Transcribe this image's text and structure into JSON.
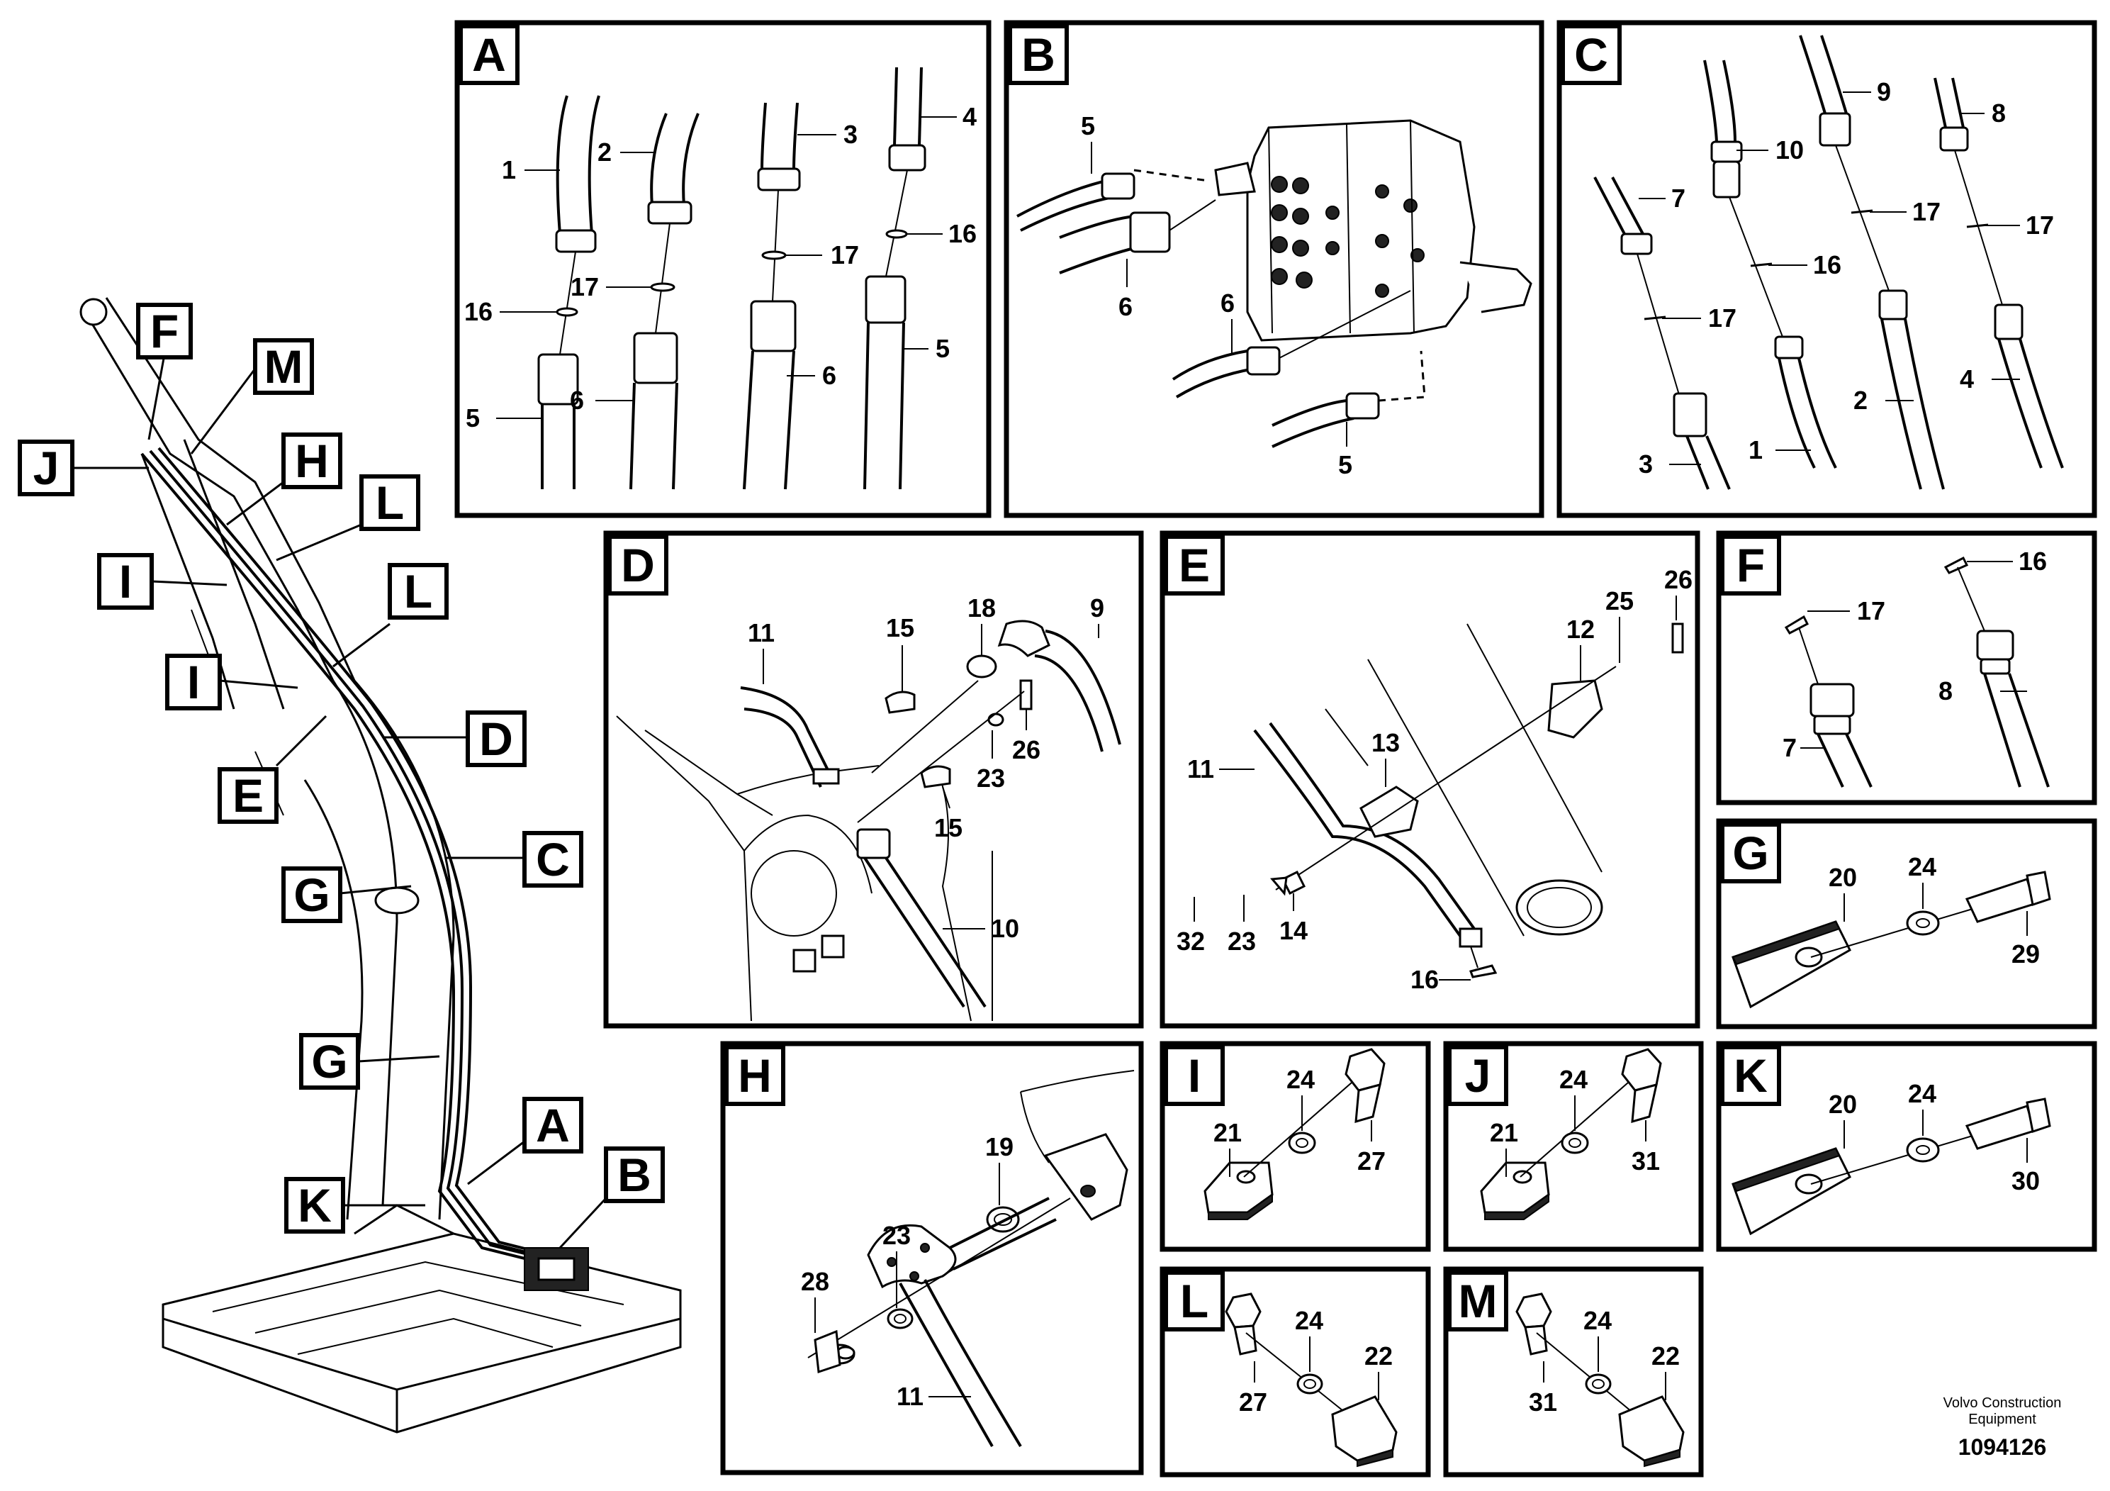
{
  "panels": {
    "A": {
      "letter": "A",
      "labels": [
        "1",
        "2",
        "3",
        "4",
        "16",
        "17",
        "17",
        "16",
        "5",
        "6",
        "6",
        "5"
      ]
    },
    "B": {
      "letter": "B",
      "labels": [
        "5",
        "6",
        "6",
        "5"
      ]
    },
    "C": {
      "letter": "C",
      "labels": [
        "9",
        "8",
        "10",
        "7",
        "17",
        "17",
        "16",
        "17",
        "2",
        "4",
        "3",
        "1"
      ]
    },
    "D": {
      "letter": "D",
      "labels": [
        "11",
        "15",
        "18",
        "9",
        "26",
        "23",
        "15",
        "10"
      ]
    },
    "E": {
      "letter": "E",
      "labels": [
        "26",
        "25",
        "12",
        "13",
        "11",
        "32",
        "23",
        "14",
        "16"
      ]
    },
    "F": {
      "letter": "F",
      "labels": [
        "16",
        "17",
        "8",
        "7"
      ]
    },
    "G": {
      "letter": "G",
      "labels": [
        "20",
        "24",
        "29"
      ]
    },
    "H": {
      "letter": "H",
      "labels": [
        "19",
        "23",
        "28",
        "11"
      ]
    },
    "I": {
      "letter": "I",
      "labels": [
        "24",
        "27",
        "21"
      ]
    },
    "J": {
      "letter": "J",
      "labels": [
        "24",
        "21",
        "31"
      ]
    },
    "K": {
      "letter": "K",
      "labels": [
        "20",
        "24",
        "30"
      ]
    },
    "L": {
      "letter": "L",
      "labels": [
        "24",
        "27",
        "22"
      ]
    },
    "M": {
      "letter": "M",
      "labels": [
        "24",
        "31",
        "22"
      ]
    }
  },
  "overview_tags": [
    "F",
    "M",
    "J",
    "H",
    "L",
    "I",
    "L",
    "I",
    "D",
    "E",
    "C",
    "G",
    "G",
    "A",
    "B",
    "K"
  ],
  "footer": {
    "brand_line1": "Volvo Construction",
    "brand_line2": "Equipment",
    "doc_number": "1094126"
  }
}
